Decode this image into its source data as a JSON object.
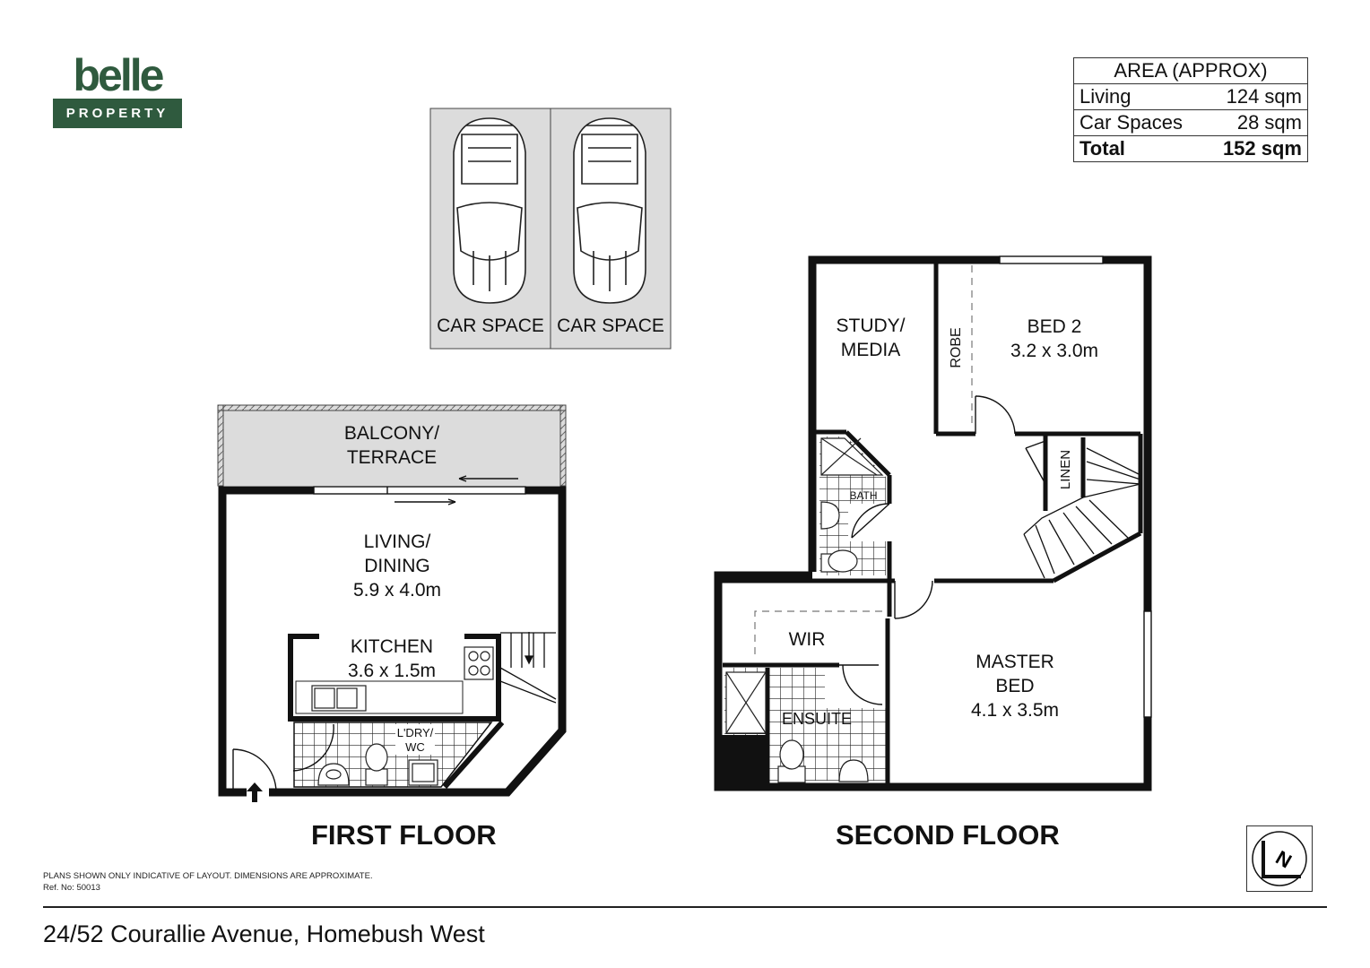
{
  "brand": {
    "word": "belle",
    "sub": "PROPERTY"
  },
  "area_table": {
    "title": "AREA (APPROX)",
    "rows": [
      {
        "label": "Living",
        "value": "124 sqm"
      },
      {
        "label": "Car Spaces",
        "value": "28 sqm"
      }
    ],
    "total": {
      "label": "Total",
      "value": "152 sqm"
    }
  },
  "car_spaces": {
    "left": "CAR SPACE",
    "right": "CAR SPACE"
  },
  "first_floor": {
    "title": "FIRST FLOOR",
    "balcony": [
      "BALCONY/",
      "TERRACE"
    ],
    "living": [
      "LIVING/",
      "DINING",
      "5.9 x 4.0m"
    ],
    "kitchen": [
      "KITCHEN",
      "3.6 x 1.5m"
    ],
    "laundry": [
      "L'DRY/",
      "WC"
    ]
  },
  "second_floor": {
    "title": "SECOND FLOOR",
    "study": [
      "STUDY/",
      "MEDIA"
    ],
    "robe": "ROBE",
    "bed2": [
      "BED 2",
      "3.2 x 3.0m"
    ],
    "linen": "LINEN",
    "bath": "BATH",
    "wir": "WIR",
    "master": [
      "MASTER",
      "BED",
      "4.1 x 3.5m"
    ],
    "ensuite": "ENSUITE"
  },
  "disclaimer": "PLANS SHOWN ONLY INDICATIVE OF LAYOUT.  DIMENSIONS ARE APPROXIMATE.",
  "ref": "Ref. No: 50013",
  "address": "24/52 Courallie Avenue, Homebush West",
  "compass_letter": "N"
}
